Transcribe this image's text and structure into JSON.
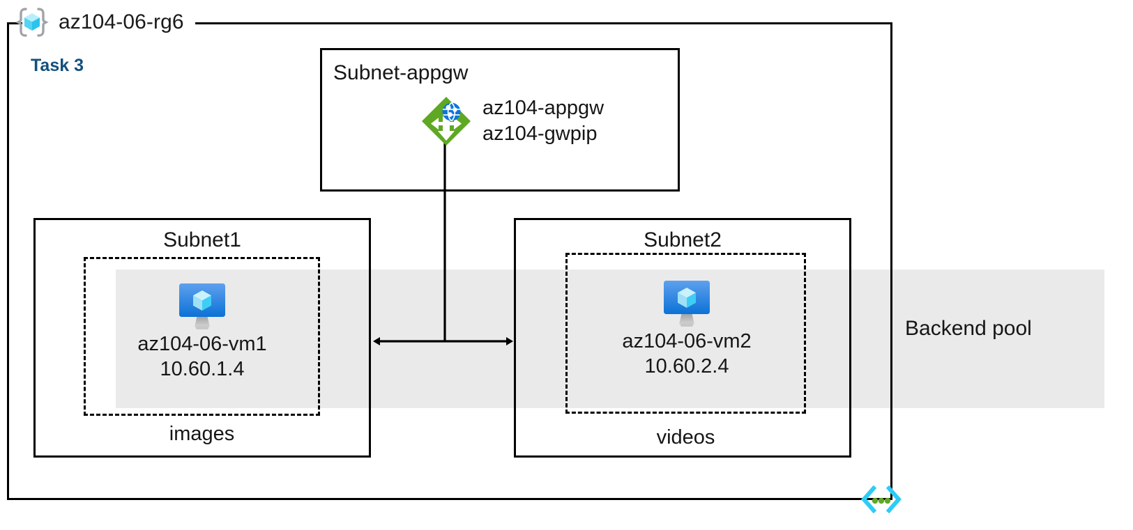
{
  "diagram": {
    "type": "azure-architecture",
    "resource_group": {
      "name": "az104-06-rg6",
      "icon": "resource-group-icon"
    },
    "task_label": "Task 3",
    "backend_pool": {
      "label": "Backend pool",
      "band_color": "#EAEAEA"
    },
    "subnets": [
      {
        "key": "appgw",
        "title": "Subnet-appgw",
        "title_align": "left",
        "node": {
          "icon": "application-gateway-icon",
          "labels": [
            "az104-appgw",
            "az104-gwpip"
          ]
        }
      },
      {
        "key": "subnet1",
        "title": "Subnet1",
        "title_align": "center",
        "vm": {
          "icon": "virtual-machine-icon",
          "name": "az104-06-vm1",
          "ip": "10.60.1.4"
        },
        "tier_label": "images"
      },
      {
        "key": "subnet2",
        "title": "Subnet2",
        "title_align": "center",
        "vm": {
          "icon": "virtual-machine-icon",
          "name": "az104-06-vm2",
          "ip": "10.60.2.4"
        },
        "tier_label": "videos"
      }
    ],
    "connectors": [
      {
        "name": "appgw-to-backend-trunk",
        "style": "solid",
        "arrows": "none",
        "from": "az104-appgw",
        "to": "backend-bus"
      },
      {
        "name": "subnet1-subnet2-bus",
        "style": "solid",
        "arrows": "both",
        "from": "Subnet1",
        "to": "Subnet2"
      }
    ],
    "footer_icon": "code-chevron-icon",
    "colors": {
      "accent_task": "#12507E",
      "appgw_green": "#5EA823",
      "vm_blue": "#0C75DA",
      "cube_cyan": "#9FE8FA",
      "band_gray": "#EAEAEA",
      "stroke": "#000000",
      "rg_bracket_gray": "#A0A4A8",
      "code_cyan": "#2ECCF5",
      "code_dot_green": "#5EA823"
    }
  }
}
